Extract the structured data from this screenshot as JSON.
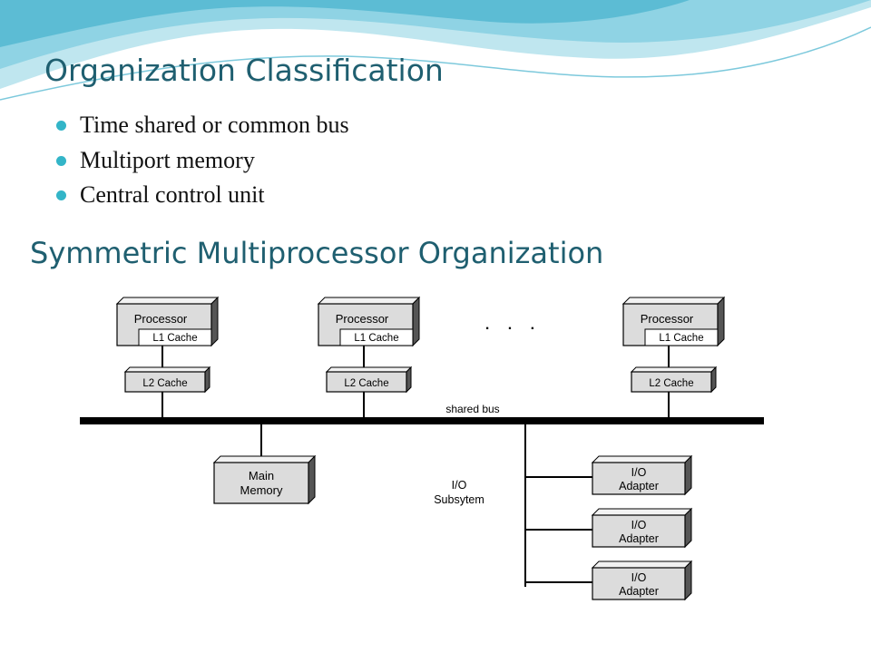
{
  "slide": {
    "title": "Organization Classification",
    "bullets": [
      "Time shared or common bus",
      "Multiport memory",
      "Central control unit"
    ],
    "subtitle": "Symmetric Multiprocessor Organization"
  },
  "diagram": {
    "processor_label": "Processor",
    "l1_label": "L1 Cache",
    "l2_label": "L2 Cache",
    "ellipsis": ". . .",
    "bus_label": "shared bus",
    "memory_line1": "Main",
    "memory_line2": "Memory",
    "io_subsystem_line1": "I/O",
    "io_subsystem_line2": "Subsytem",
    "adapter_line1": "I/O",
    "adapter_line2": "Adapter"
  },
  "colors": {
    "heading": "#1f5f70",
    "bullet": "#33b5c8",
    "box_face": "#dcdcdc",
    "box_shade": "#555555"
  }
}
